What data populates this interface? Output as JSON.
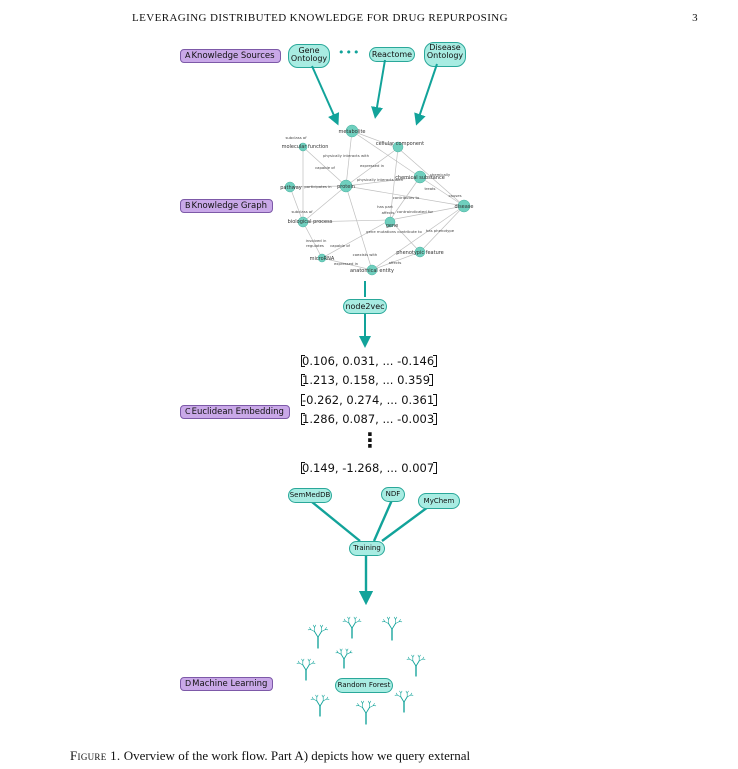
{
  "header": {
    "title": "LEVERAGING DISTRIBUTED KNOWLEDGE FOR DRUG REPURPOSING",
    "page_number": "3"
  },
  "stages": [
    {
      "letter": "A",
      "label": "Knowledge Sources"
    },
    {
      "letter": "B",
      "label": "Knowledge Graph"
    },
    {
      "letter": "C",
      "label": "Euclidean Embedding"
    },
    {
      "letter": "D",
      "label": "Machine Learning"
    }
  ],
  "sources": {
    "gene_ontology": "Gene Ontology",
    "reactome": "Reactome",
    "disease_ontology": "Disease Ontology",
    "ellipsis": "•••"
  },
  "graph_nodes": {
    "metabolite": "metabolite",
    "cellular_component": "cellular component",
    "molecular_function": "molecular function",
    "pathway": "pathway",
    "protein": "protein",
    "chemical_substance": "chemical substance",
    "disease": "disease",
    "biological_process": "biological process",
    "gene": "gene",
    "phenotypic_feature": "phenotypic feature",
    "microRNA": "microRNA",
    "anatomical_entity": "anatomical entity"
  },
  "graph_edges": [
    "subclass of",
    "physically interacts with",
    "expressed in",
    "capable of",
    "participates in",
    "physically interacts with",
    "chemically",
    "contributes to",
    "has part",
    "affects",
    "has phenotype",
    "gene mutations contribute to",
    "contraindicated for",
    "regulates",
    "involved in",
    "capable of",
    "coexists with",
    "expressed in",
    "affects",
    "causes",
    "subclass of",
    "treats"
  ],
  "node2vec": "node2vec",
  "embedding": {
    "rows": [
      "0.106, 0.031, ... -0.146",
      "1.213, 0.158, ... 0.359",
      "-0.262, 0.274, ... 0.361",
      "1.286, 0.087, ... -0.003"
    ],
    "last_row": "0.149, -1.268, ... 0.007",
    "vdots": "⋮"
  },
  "training_sources": {
    "semmeddb": "SemMedDB",
    "ndf": "NDF",
    "mychem": "MyChem"
  },
  "training": "Training",
  "random_forest": "Random Forest",
  "caption": {
    "figure": "Figure 1.",
    "text": "Overview of the work flow.  Part A) depicts how we query external"
  },
  "colors": {
    "teal": "#12a39a",
    "node_fill": "#a8ece2",
    "label_fill": "#c9a8e8"
  }
}
